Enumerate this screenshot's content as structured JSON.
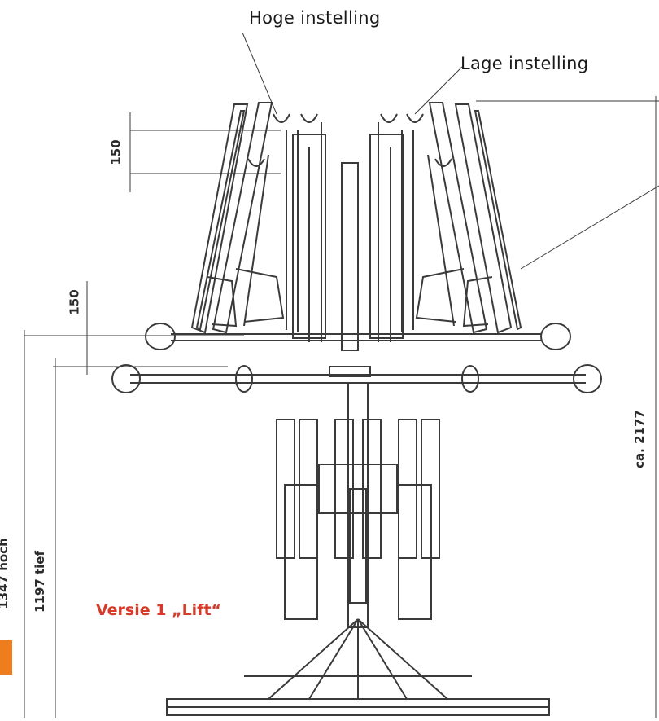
{
  "labels": {
    "high_setting": "Hoge instelling",
    "low_setting": "Lage instelling",
    "version": "Versie 1 „Lift“"
  },
  "dimensions": {
    "height_high": "1347 hoch",
    "height_low": "1197 tief",
    "step_top": "150",
    "step_bottom": "150",
    "total_height": "ca. 2177"
  },
  "colors": {
    "line": "#3a3a3a",
    "accent": "#d63a2a",
    "tab": "#ee7d1f"
  }
}
